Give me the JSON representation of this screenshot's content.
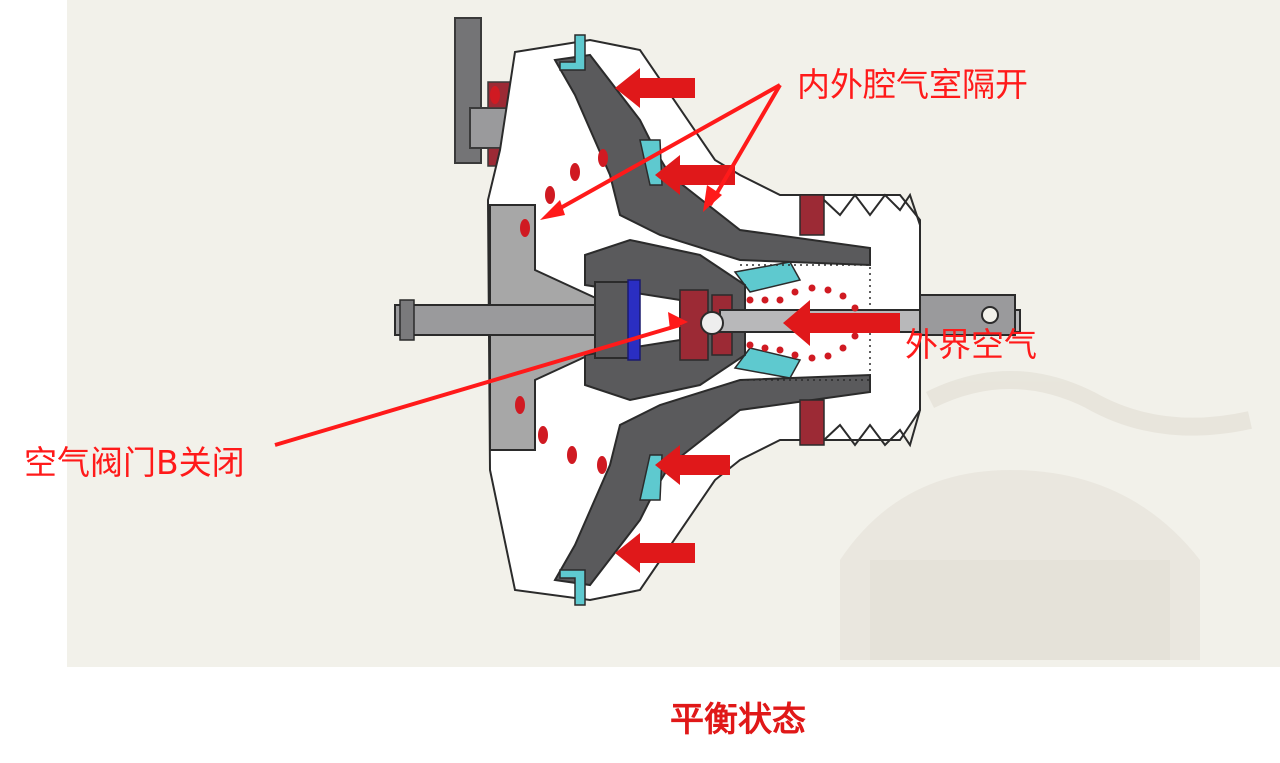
{
  "labels": {
    "chambers_separated": "内外腔气室隔开",
    "outside_air": "外界空气",
    "valve_b_closed": "空气阀门B关闭"
  },
  "caption": "平衡状态",
  "colors": {
    "label_red": "#ff1a1a",
    "housing_gray": "#5a5a5c",
    "light_gray": "#a7a7a7",
    "seal_red": "#9c2a35",
    "seal_cyan": "#5ec9cf",
    "piston_blue": "#2a2ec2",
    "arrow_red": "#e0181a",
    "background": "#f2f1ea"
  }
}
